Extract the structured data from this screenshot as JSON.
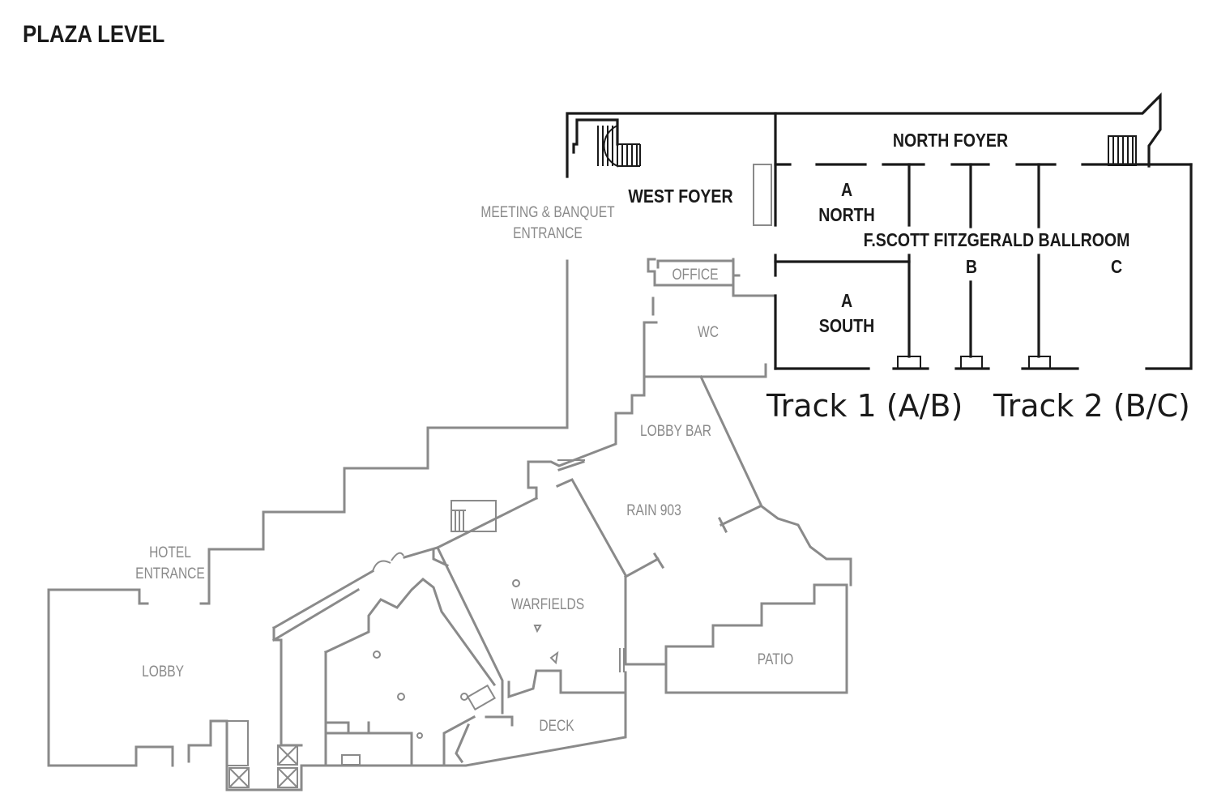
{
  "map": {
    "title": "PLAZA LEVEL",
    "rooms": {
      "north_foyer": "NORTH FOYER",
      "west_foyer": "WEST FOYER",
      "meeting_banquet_entrance_line1": "MEETING & BANQUET",
      "meeting_banquet_entrance_line2": "ENTRANCE",
      "a_north_line1": "A",
      "a_north_line2": "NORTH",
      "ballroom": "F.SCOTT FITZGERALD BALLROOM",
      "b": "B",
      "c": "C",
      "a_south_line1": "A",
      "a_south_line2": "SOUTH",
      "office": "OFFICE",
      "wc": "WC",
      "lobby_bar": "LOBBY BAR",
      "rain_903": "RAIN 903",
      "warfields": "WARFIELDS",
      "patio": "PATIO",
      "deck": "DECK",
      "hotel_entrance_line1": "HOTEL",
      "hotel_entrance_line2": "ENTRANCE",
      "lobby": "LOBBY"
    },
    "tracks": {
      "track1": "Track 1 (A/B)",
      "track2": "Track 2 (B/C)"
    },
    "colors": {
      "highlighted_walls": "#1a1a1a",
      "other_walls": "#8a8a8a",
      "background": "#ffffff"
    }
  }
}
